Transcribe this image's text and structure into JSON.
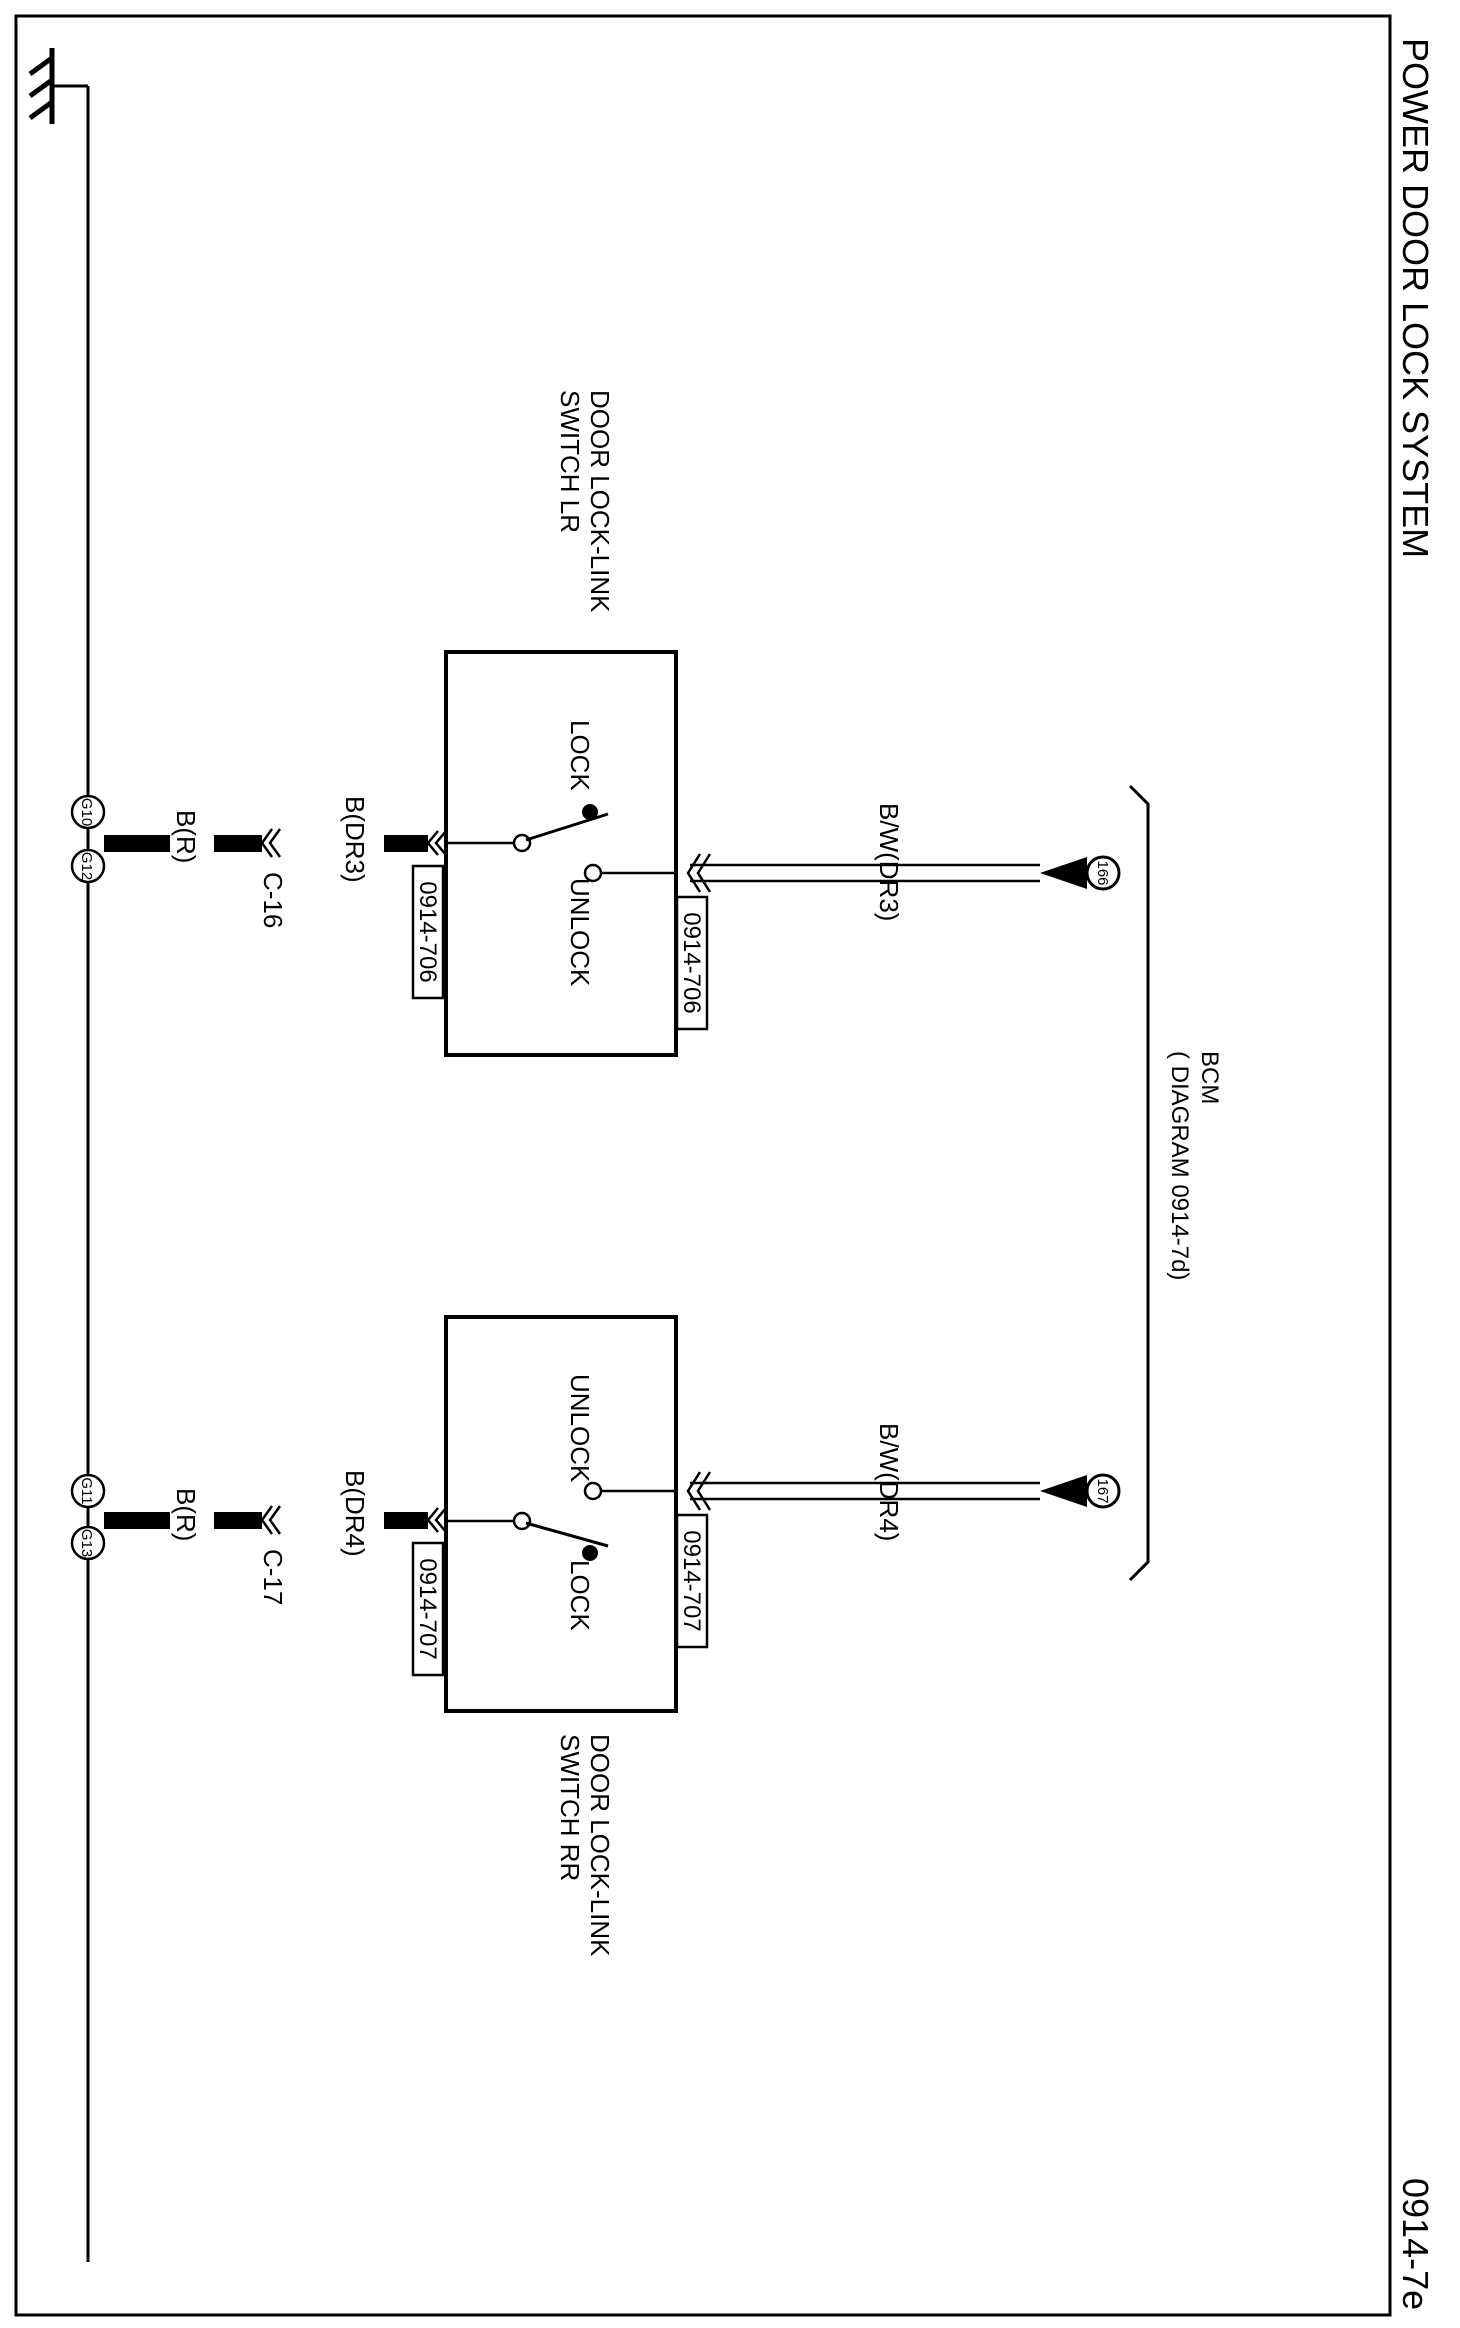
{
  "title": "POWER DOOR LOCK SYSTEM",
  "diagram_id": "0914-7e",
  "bcm": {
    "name": "BCM",
    "ref": "( DIAGRAM 0914-7d)",
    "terminal_lr": "166",
    "terminal_rr": "167"
  },
  "switch_lr": {
    "name_line1": "DOOR LOCK-LINK",
    "name_line2": "SWITCH LR",
    "lock": "LOCK",
    "unlock": "UNLOCK",
    "connector_top": "0914-706",
    "connector_bottom": "0914-706",
    "wire_top": "B/W(DR3)",
    "wire_bottom": "B(DR3)",
    "wire_ground": "B(R)",
    "connector": "C-16",
    "ground_a": "G10",
    "ground_b": "G12"
  },
  "switch_rr": {
    "name_line1": "DOOR LOCK-LINK",
    "name_line2": "SWITCH RR",
    "lock": "LOCK",
    "unlock": "UNLOCK",
    "connector_top": "0914-707",
    "connector_bottom": "0914-707",
    "wire_top": "B/W(DR4)",
    "wire_bottom": "B(DR4)",
    "wire_ground": "B(R)",
    "connector": "C-17",
    "ground_a": "G11",
    "ground_b": "G13"
  }
}
